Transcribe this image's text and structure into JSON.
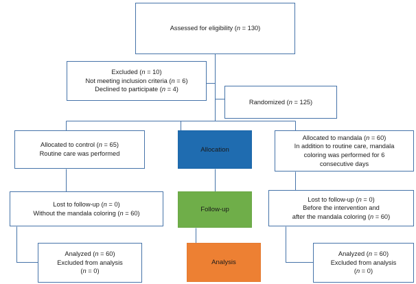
{
  "diagram": {
    "type": "consort-flow-diagram",
    "colors": {
      "box_border": "#4472a8",
      "connector": "#4472a8",
      "allocation_fill": "#1f6cb0",
      "followup_fill": "#6fae49",
      "analysis_fill": "#ed8033",
      "text": "#1a1a1a",
      "background": "#ffffff"
    },
    "nodes": {
      "enrollment": {
        "lines": [
          {
            "text": "Assessed for eligibility (",
            "n_label": "n",
            "n_value": " = 130)"
          }
        ],
        "plain": "Assessed for eligibility (n = 130)"
      },
      "excluded": {
        "lines": [
          {
            "pre": "Excluded (",
            "n_label": "n",
            "post": " = 10)"
          },
          {
            "pre": "Not meeting inclusion criteria (",
            "n_label": "n",
            "post": " = 6)"
          },
          {
            "pre": "Declined to participate (",
            "n_label": "n",
            "post": " = 4)"
          }
        ],
        "plain": "Excluded (n = 10) / Not meeting inclusion criteria (n = 6) / Declined to participate (n = 4)"
      },
      "randomized": {
        "lines": [
          {
            "pre": "Randomized (",
            "n_label": "n",
            "post": " = 125)"
          }
        ],
        "plain": "Randomized (n = 125)"
      },
      "allocated_control": {
        "lines": [
          {
            "pre": "Allocated to control (",
            "n_label": "n",
            "post": " = 65)"
          },
          {
            "pre": "Routine care was performed",
            "n_label": "",
            "post": ""
          }
        ],
        "plain": "Allocated to control (n = 65) / Routine care was performed"
      },
      "allocated_mandala": {
        "lines": [
          {
            "pre": "Allocated to mandala (",
            "n_label": "n",
            "post": " = 60)"
          },
          {
            "pre": "In addition to routine care, mandala",
            "n_label": "",
            "post": ""
          },
          {
            "pre": "coloring was performed for 6",
            "n_label": "",
            "post": ""
          },
          {
            "pre": "consecutive days",
            "n_label": "",
            "post": ""
          }
        ],
        "plain": "Allocated to mandala (n = 60) / In addition to routine care, mandala coloring was performed for 6 consecutive days"
      },
      "followup_control": {
        "lines": [
          {
            "pre": "Lost to follow-up (",
            "n_label": "n",
            "post": " = 0)"
          },
          {
            "pre": "Without the mandala coloring (",
            "n_label": "n",
            "post": " = 60)"
          }
        ],
        "plain": "Lost to follow-up (n = 0) / Without the mandala coloring (n = 60)"
      },
      "followup_mandala": {
        "lines": [
          {
            "pre": "Lost to follow-up (",
            "n_label": "n",
            "post": " = 0)"
          },
          {
            "pre": "Before the intervention and",
            "n_label": "",
            "post": ""
          },
          {
            "pre": "after the mandala coloring (",
            "n_label": "n",
            "post": " = 60)"
          }
        ],
        "plain": "Lost to follow-up (n = 0) / Before the intervention and after the mandala coloring (n = 60)"
      },
      "analyzed_control": {
        "lines": [
          {
            "pre": "Analyzed (",
            "n_label": "n",
            "post": " = 60)"
          },
          {
            "pre": "Excluded from analysis",
            "n_label": "",
            "post": ""
          },
          {
            "pre": "(",
            "n_label": "n",
            "post": " = 0)"
          }
        ],
        "plain": "Analyzed (n = 60) / Excluded from analysis (n = 0)"
      },
      "analyzed_mandala": {
        "lines": [
          {
            "pre": "Analyzed (",
            "n_label": "n",
            "post": " = 60)"
          },
          {
            "pre": "Excluded from analysis",
            "n_label": "",
            "post": ""
          },
          {
            "pre": "(",
            "n_label": "n",
            "post": " = 0)"
          }
        ],
        "plain": "Analyzed (n = 60) / Excluded from analysis (n = 0)"
      }
    },
    "stage_labels": {
      "allocation": "Allocation",
      "followup": "Follow-up",
      "analysis": "Analysis"
    }
  }
}
